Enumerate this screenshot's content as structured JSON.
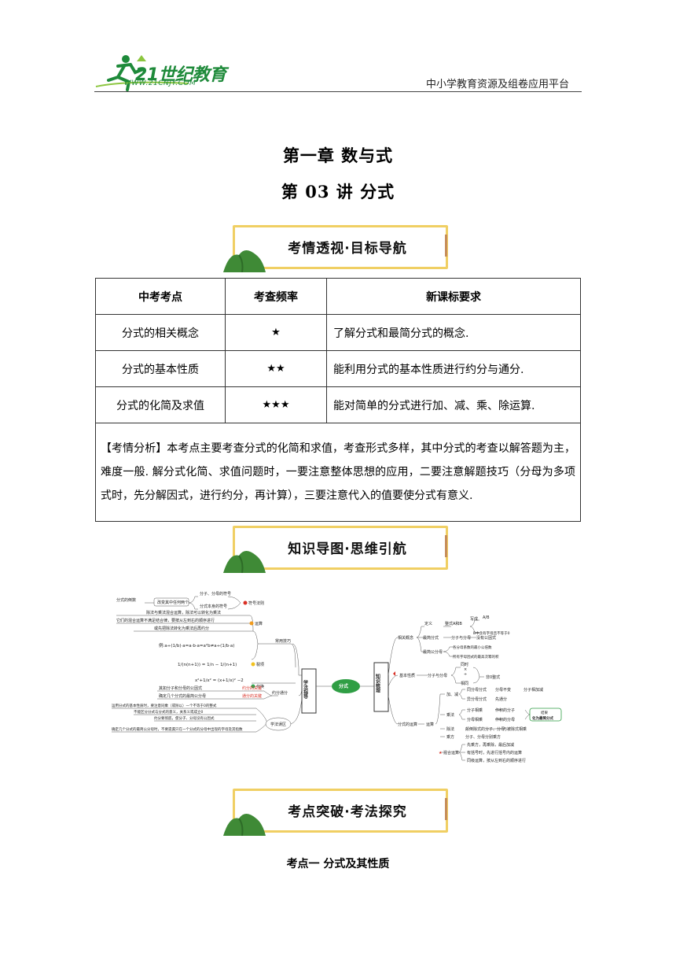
{
  "header": {
    "brand": "21世纪教育",
    "url": "WWW.21CNJY.COM",
    "platform": "中小学教育资源及组卷应用平台"
  },
  "titles": {
    "chapter": "第一章  数与式",
    "lecture": "第 03 讲    分式"
  },
  "banners": {
    "b1": "考情透视·目标导航",
    "b2": "知识导图·思维引航",
    "b3": "考点突破·考法探究"
  },
  "table": {
    "headers": [
      "中考考点",
      "考查频率",
      "新课标要求"
    ],
    "rows": [
      {
        "point": "分式的相关概念",
        "freq": "★",
        "req": "了解分式和最简分式的概念."
      },
      {
        "point": "分式的基本性质",
        "freq": "★★",
        "req": "能利用分式的基本性质进行约分与通分."
      },
      {
        "point": "分式的化简及求值",
        "freq": "★★★",
        "req": "能对简单的分式进行加、减、乘、除运算."
      }
    ],
    "analysis": "【考情分析】本考点主要考查分式的化简和求值，考查形式多样，其中分式的考查以解答题为主，难度一般. 解分式化简、求值问题时，一要注意整体思想的应用，二要注意解题技巧（分母为多项式时，先分解因式，进行约分，再计算），三要注意代入的值要使分式有意义."
  },
  "mindmap": {
    "center": "分式",
    "left_hub": "学法指导",
    "right_hub": "知识梳理",
    "left": {
      "fold": "分式的倒数",
      "swap": "改变其中任何两个",
      "parts": [
        "分子、分母的符号",
        "分式本身的符号"
      ],
      "rule1": "符号法则",
      "ops": [
        "除法与乘法混合运算，除法可以转化为乘法",
        "它们的混合运算不满足结合律，要按从左到右的顺序进行",
        "或先把除法转化为乘法后再约分"
      ],
      "rule2": "运算",
      "ex1": "例:a÷(1/b)·a=a·b·a=a²b≠a÷(1/b·a)",
      "ex2": "1/(n(n+1)) = 1/n − 1/(n+1)",
      "rule3": "裂项",
      "ex3": "x²+1/x² = (x+1/x)² −2",
      "rule4": "代换",
      "method": "常用技巧",
      "r1": "其如分子和分母的公因式",
      "r1b": "约分的关键",
      "r2": "确定几个分式的最简公分母",
      "r2b": "通分的关键",
      "reduce": "约分通分",
      "notes": [
        "运用分式的基本性质时，要注意同乘（或除以）一个不等于0的整式",
        "不能区分分式与分式的意义，关系义或成立0",
        "约分要彻底，使分子、分母没有公因式",
        "确定几个分式的最简公分母时，不要遗漏只在一个分式的分母中出现的字母及其指数"
      ],
      "pitfall": "学法误区"
    },
    "right": {
      "concept": "相关概念",
      "def": "定义",
      "def_a": "整式A和B",
      "write": "写成",
      "frac": "A/B",
      "cond": "B中含有字母且不等于0",
      "simplest": "最简分式",
      "simplest_a": "分子与分母",
      "simplest_b": "没有公因式",
      "lcd": "最简公分母",
      "lcd_a": "各分母系数的最小公倍数",
      "lcd_b": "所有字母因式的最高次幂的积",
      "basic": "基本性质",
      "basic_a": "分子与分母",
      "basic_b": "同时",
      "basic_c": "×",
      "basic_d": "÷",
      "basic_e": "相同",
      "basic_f": "非0整式",
      "ops": "分式的运算",
      "calc": "运算",
      "addsub": "加、减",
      "addsub_a": "同分母分式",
      "addsub_b": "分母不变",
      "addsub_c": "分子相加减",
      "addsub_d": "异分母分式",
      "addsub_e": "先通分",
      "mult": "乘法",
      "mult_a": "分子相乘",
      "mult_b": "作积的分子",
      "mult_c": "分母相乘",
      "mult_d": "作积的分母",
      "result": "结果",
      "result_b": "化为最简分式",
      "div": "除法",
      "div_a": "颠倒除式的分子、分母",
      "div_b": "与被除式相乘",
      "pow": "乘方",
      "pow_a": "分子、分母分别乘方",
      "mixed": "混合运算",
      "mixed_a": "先乘方，再乘除，最后加减",
      "mixed_b": "有括号时，先进行括号内的运算",
      "mixed_c": "同级运算，按从左到右的顺序进行"
    }
  },
  "topic": "考点一    分式及其性质",
  "colors": {
    "brand_green": "#1e8a3a",
    "banner_gold": "#f0cf63",
    "mountain_green": "#3f8a36",
    "center_green": "#2f9e44",
    "accent_red": "#d93025"
  }
}
